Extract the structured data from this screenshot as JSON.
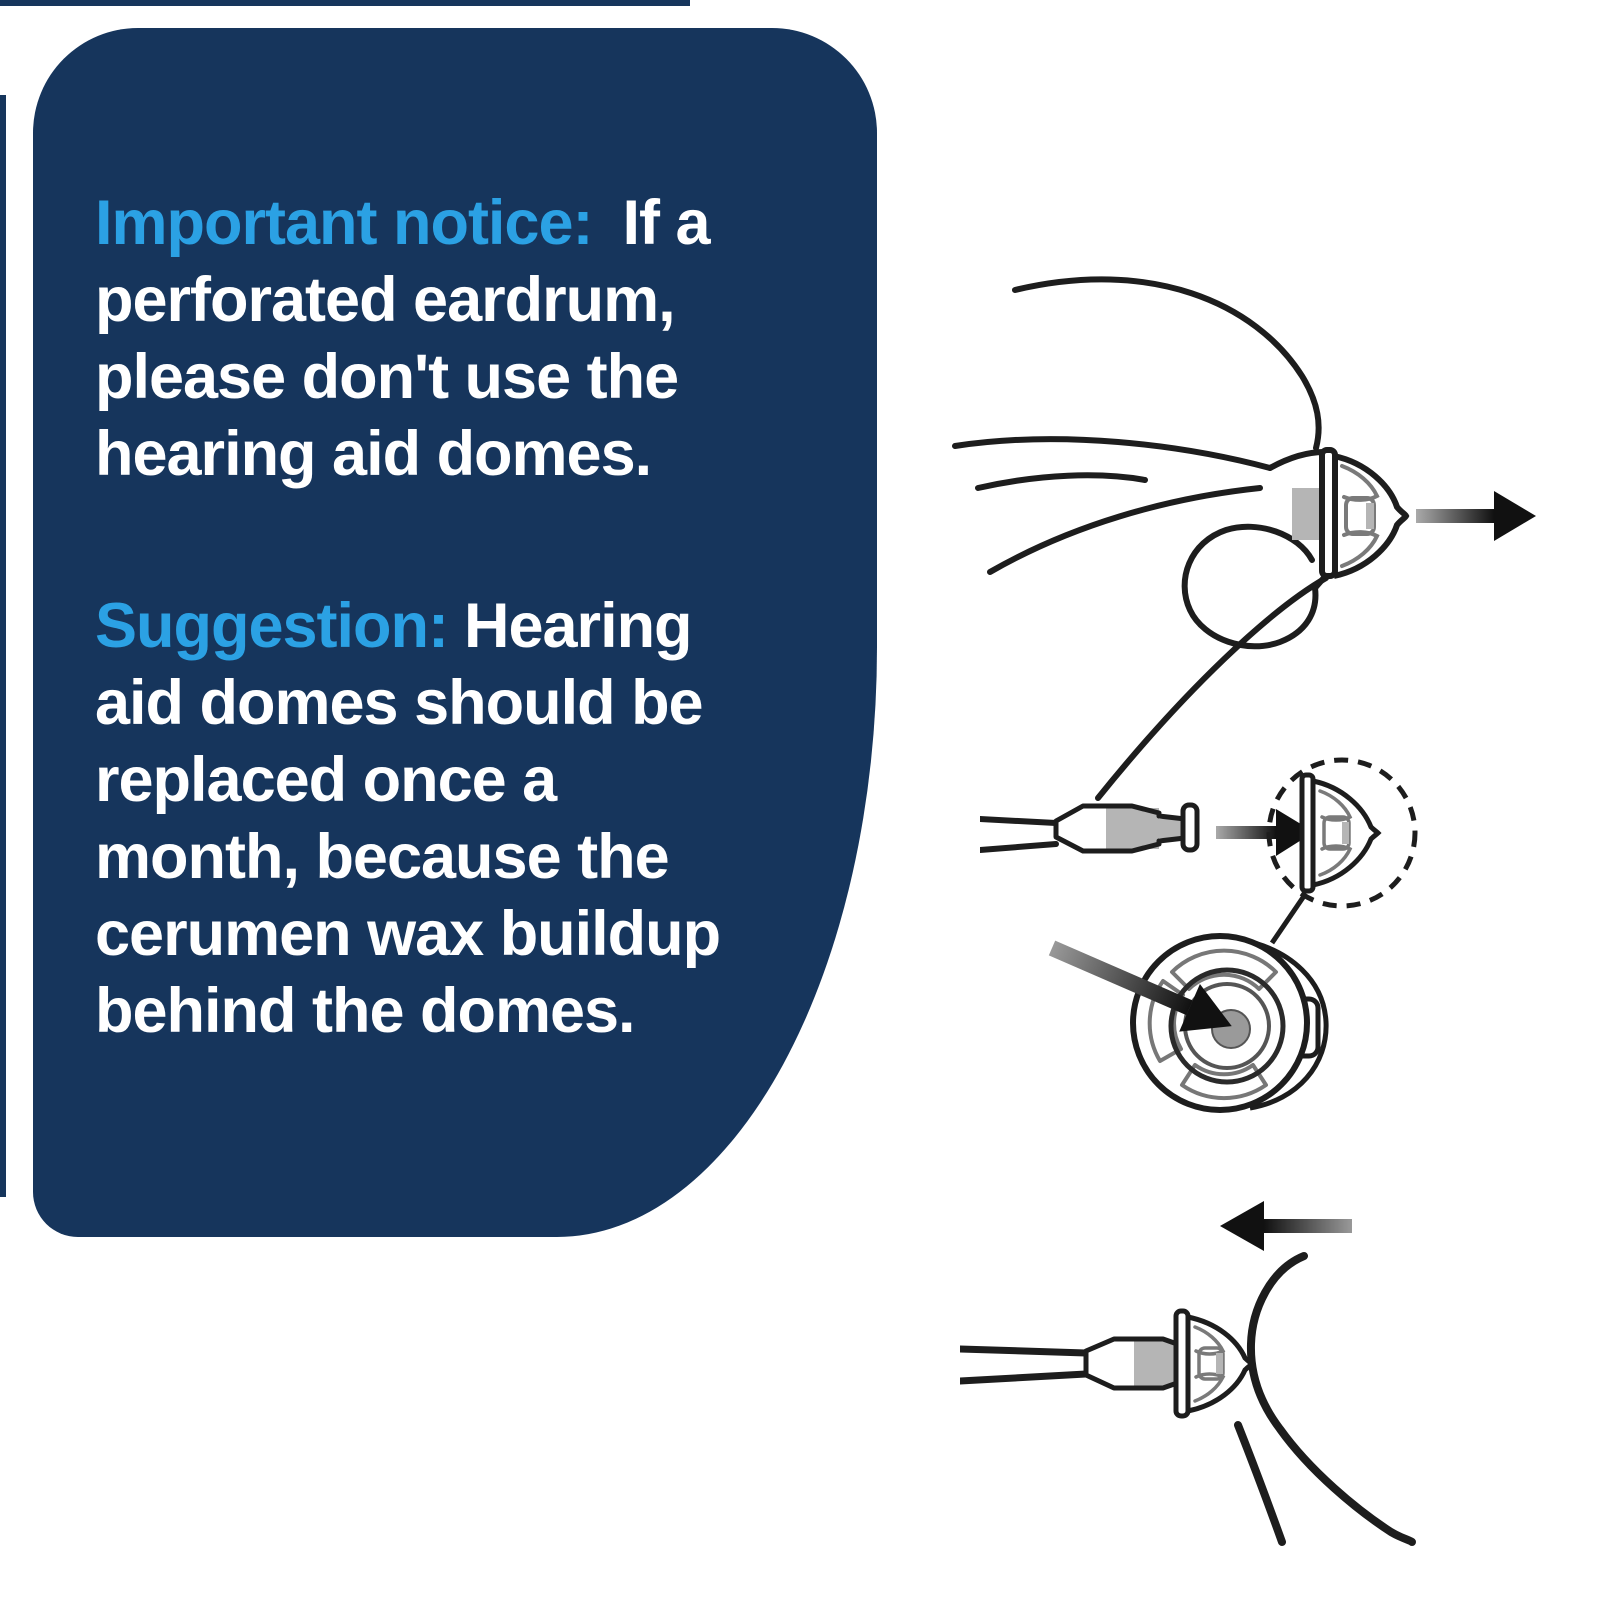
{
  "notice_card": {
    "background_color": "#16355C",
    "heading_color": "#2BA1E4",
    "body_color": "#FFFFFF",
    "important": {
      "line1_heading": "Important notice:",
      "line1_rest": "If a",
      "line2": "perforated eardrum,",
      "line3": "please don't use the",
      "line4": "hearing aid domes."
    },
    "suggestion": {
      "line1_heading": "Suggestion:",
      "line1_rest": "Hearing",
      "line2": "aid domes should be",
      "line3": "replaced once a",
      "line4": "month, because the",
      "line5": "cerumen wax buildup",
      "line6": "behind the domes."
    }
  },
  "illustrations": {
    "stroke_color": "#1d1d1d",
    "gray_fill": "#b5b5b5",
    "steps": [
      {
        "name": "remove-dome-from-ear",
        "arrow_direction": "right"
      },
      {
        "name": "attach-dome-to-receiver",
        "arrow_direction": "right"
      },
      {
        "name": "insert-dome-into-ear",
        "arrow_direction": "left"
      }
    ]
  }
}
